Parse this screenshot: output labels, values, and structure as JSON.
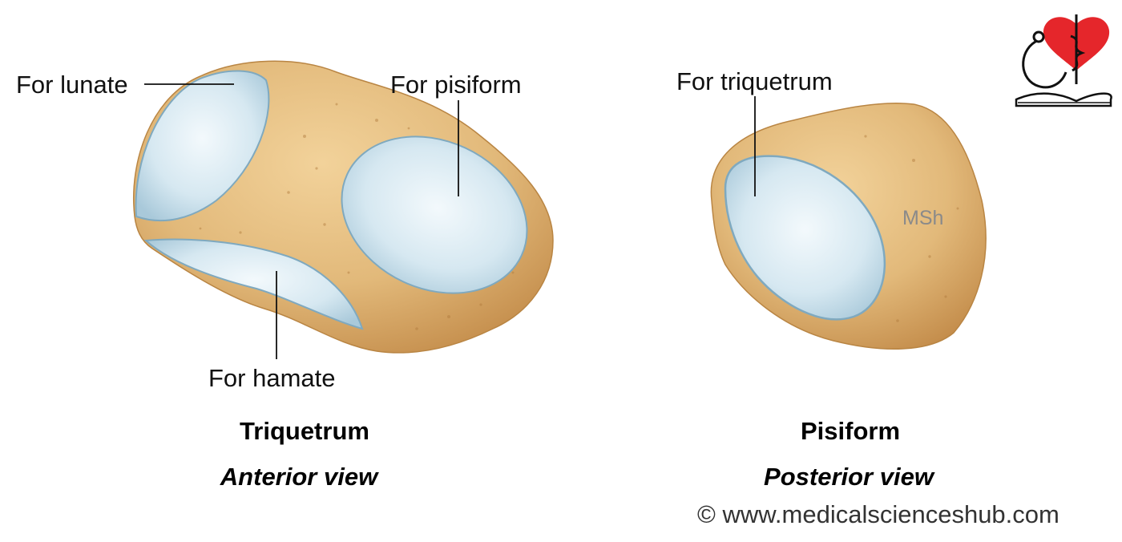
{
  "labels": {
    "for_lunate": "For lunate",
    "for_pisiform": "For pisiform",
    "for_hamate": "For hamate",
    "for_triquetrum": "For triquetrum",
    "watermark_initials": "MSh"
  },
  "captions": {
    "triquetrum_title": "Triquetrum",
    "triquetrum_view": "Anterior view",
    "pisiform_title": "Pisiform",
    "pisiform_view": "Posterior view"
  },
  "copyright": "© www.medicalscienceshub.com",
  "logo": {
    "icon": "heart-stethoscope-book-logo",
    "heart_color": "#e5262b"
  },
  "colors": {
    "bone": "#e2b97a",
    "bone_dark": "#c48f4c",
    "cartilage": "#cfe4ee",
    "cartilage_edge": "#7fa9bf"
  }
}
